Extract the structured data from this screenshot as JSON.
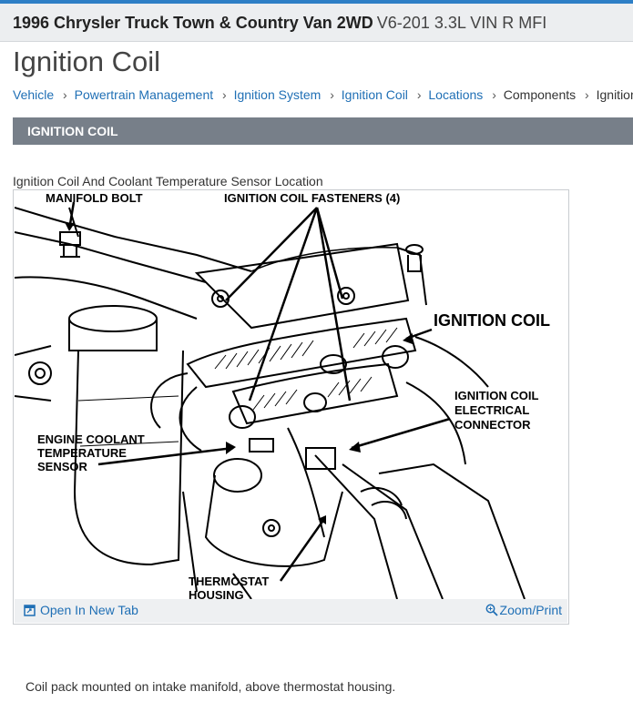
{
  "header": {
    "vehicle": "1996 Chrysler Truck Town & Country Van 2WD",
    "engine": "V6-201 3.3L VIN R MFI"
  },
  "page": {
    "title": "Ignition Coil"
  },
  "breadcrumb": [
    {
      "label": "Vehicle"
    },
    {
      "label": "Powertrain Management"
    },
    {
      "label": "Ignition System"
    },
    {
      "label": "Ignition Coil"
    },
    {
      "label": "Locations"
    },
    {
      "label": "Components"
    },
    {
      "label": "Ignition Coil"
    }
  ],
  "section": {
    "header": "IGNITION COIL"
  },
  "figure": {
    "caption": "Ignition Coil And Coolant Temperature Sensor Location",
    "labels": {
      "manifold_bolt": "MANIFOLD BOLT",
      "coil_fasteners": "IGNITION COIL FASTENERS (4)",
      "ignition_coil": "IGNITION COIL",
      "connector_line1": "IGNITION COIL",
      "connector_line2": "ELECTRICAL",
      "connector_line3": "CONNECTOR",
      "sensor_line1": "ENGINE COOLANT",
      "sensor_line2": "TEMPERATURE",
      "sensor_line3": "SENSOR",
      "thermostat_line1": "THERMOSTAT",
      "thermostat_line2": "HOUSING"
    },
    "open_tab_label": "Open In New Tab",
    "zoom_label": "Zoom/Print",
    "icons": {
      "open_tab": "open-new-tab-icon",
      "zoom": "magnifier-icon"
    }
  },
  "description": "Coil pack mounted on intake manifold, above thermostat housing."
}
